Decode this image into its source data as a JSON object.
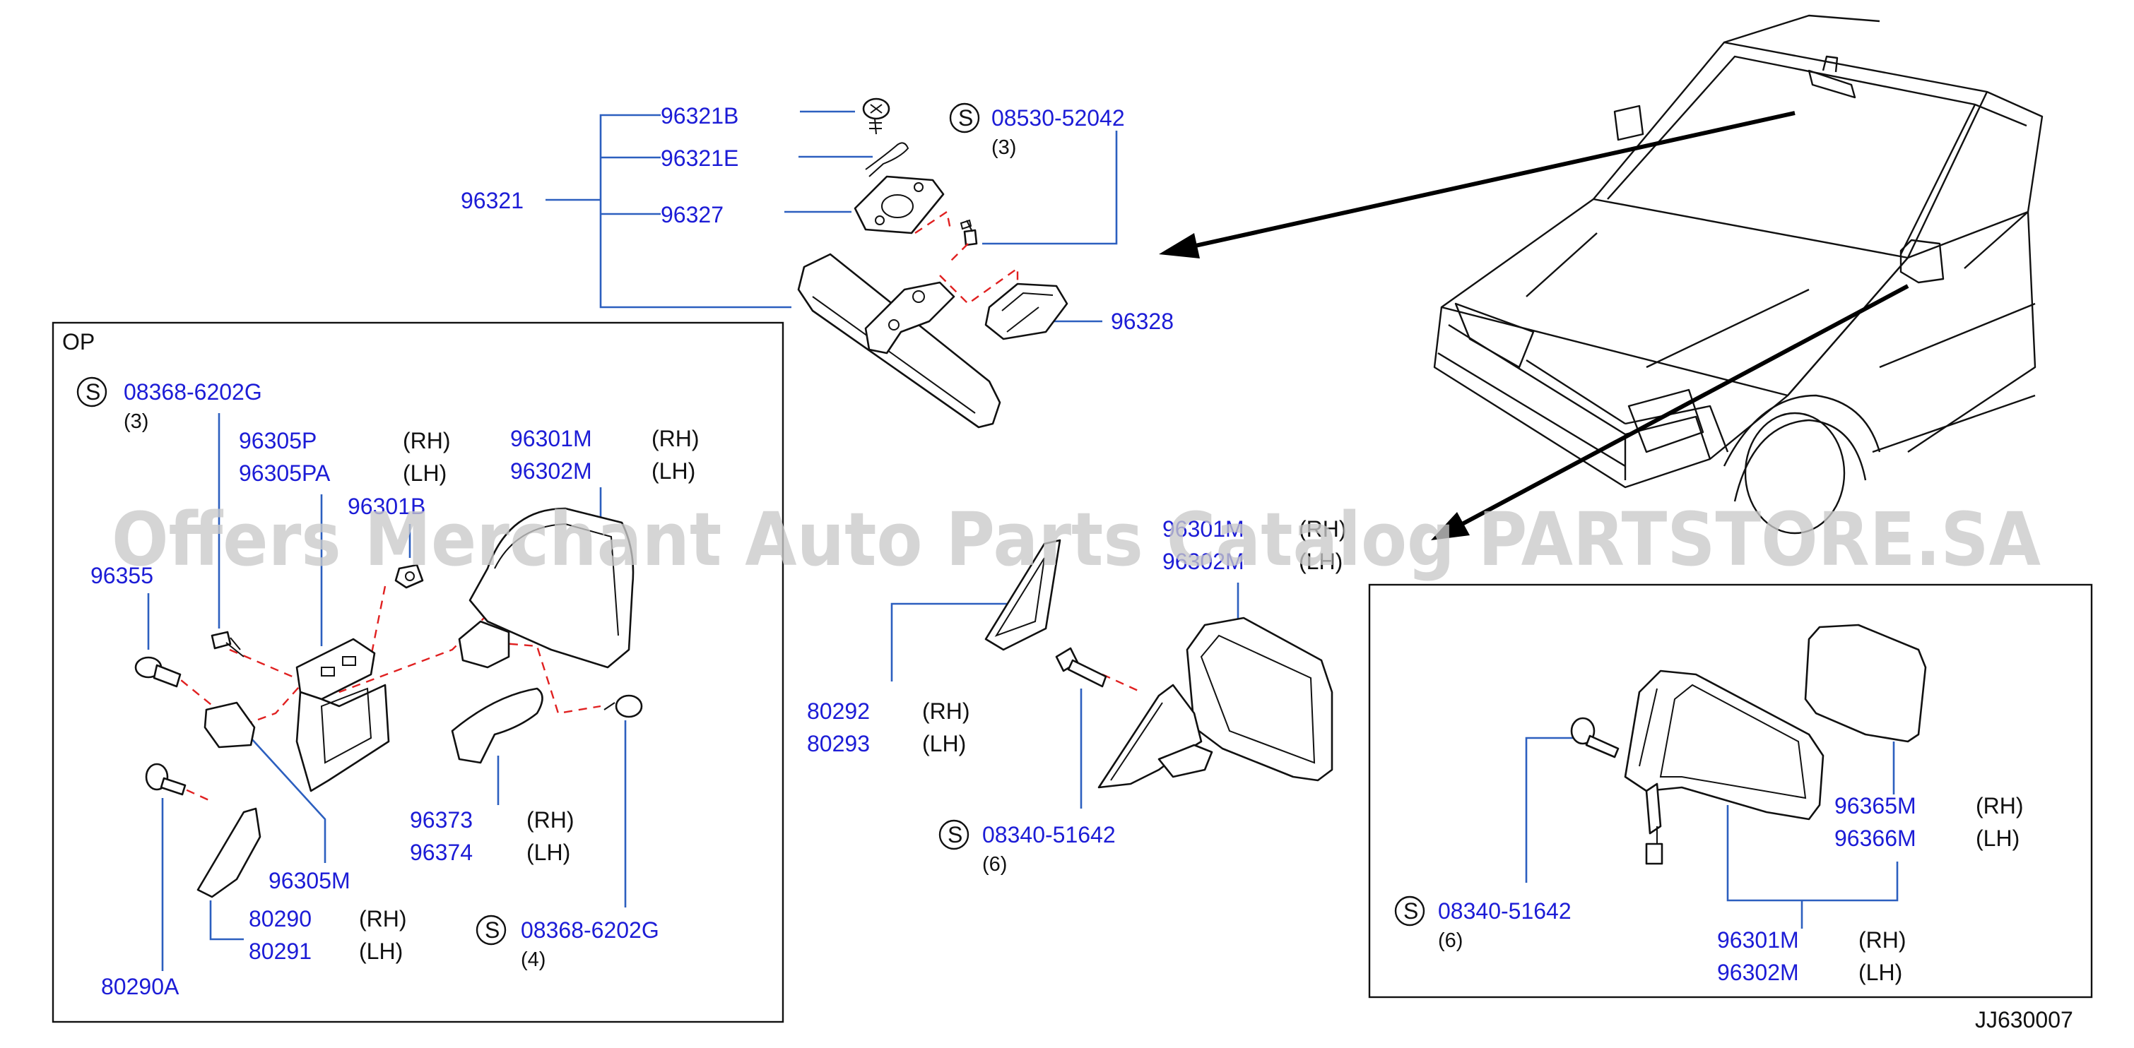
{
  "diagram_id": "JJ630007",
  "watermark": "Offers Merchant Auto Parts Catalog PARTSTORE.SA",
  "std_marker": "S",
  "inner_mirror": {
    "group": "96321",
    "screw_b": "96321B",
    "clip_e": "96321E",
    "base": "96327",
    "cover": "96328",
    "std_screw": "08530-52042",
    "std_screw_qty": "(3)"
  },
  "op_box": {
    "title": "OP",
    "std_screw_top": "08368-6202G",
    "std_screw_top_qty": "(3)",
    "bracket_rh": "96305P",
    "bracket_lh": "96305PA",
    "rh": "(RH)",
    "lh": "(LH)",
    "mirror_rh": "96301M",
    "mirror_lh": "96302M",
    "nut": "96301B",
    "clip": "96355",
    "bracket_lower": "96305M",
    "cover_rh": "96373",
    "cover_lh": "96374",
    "corner_rh": "80290",
    "corner_lh": "80291",
    "std_screw_bottom": "08368-6202G",
    "std_screw_bottom_qty": "(4)",
    "screw_a": "80290A"
  },
  "middle": {
    "mirror_rh": "96301M",
    "mirror_lh": "96302M",
    "rh": "(RH)",
    "lh": "(LH)",
    "corner_rh": "80292",
    "corner_lh": "80293",
    "std_bolt": "08340-51642",
    "std_bolt_qty": "(6)"
  },
  "right_box": {
    "glass_rh": "96365M",
    "glass_lh": "96366M",
    "mirror_rh": "96301M",
    "mirror_lh": "96302M",
    "rh": "(RH)",
    "lh": "(LH)",
    "std_bolt": "08340-51642",
    "std_bolt_qty": "(6)"
  }
}
